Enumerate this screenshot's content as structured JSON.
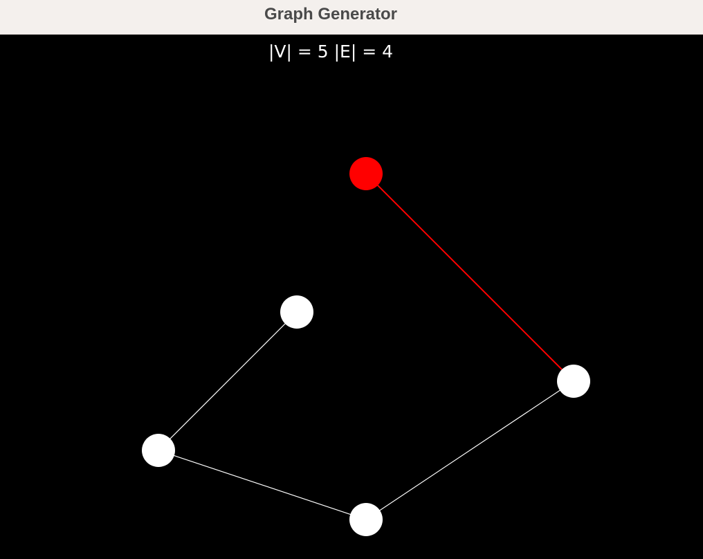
{
  "window": {
    "title": "Graph Generator"
  },
  "stats": {
    "text": "|V| = 5 |E| = 4"
  },
  "colors": {
    "background": "#000000",
    "titlebar": "#f4f0ed",
    "node_default": "#ffffff",
    "node_selected": "#ff0000",
    "edge_default": "#ffffff",
    "edge_selected": "#ff0000"
  },
  "graph": {
    "nodes": [
      {
        "id": "n1",
        "selected": true
      },
      {
        "id": "n2",
        "selected": false
      },
      {
        "id": "n3",
        "selected": false
      },
      {
        "id": "n4",
        "selected": false
      },
      {
        "id": "n5",
        "selected": false
      }
    ],
    "edges": [
      {
        "from": "n1",
        "to": "n4",
        "selected": true
      },
      {
        "from": "n2",
        "to": "n3",
        "selected": false
      },
      {
        "from": "n3",
        "to": "n5",
        "selected": false
      },
      {
        "from": "n5",
        "to": "n4",
        "selected": false
      }
    ]
  }
}
